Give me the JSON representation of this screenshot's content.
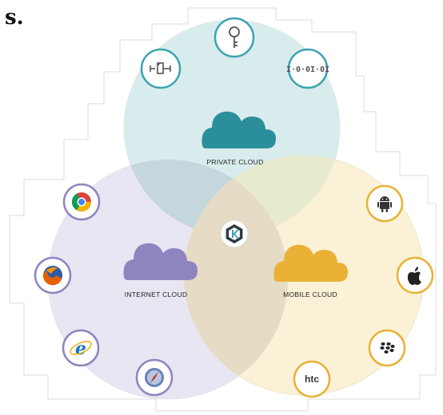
{
  "fragment_text": "s.",
  "private_label": "PRIVATE CLOUD",
  "internet_label": "INTERNET CLOUD",
  "mobile_label": "MOBILE CLOUD",
  "htc_text": "htc",
  "circles": {
    "private_fill": "#d9eced",
    "internet_fill": "#e7e6f2",
    "mobile_fill": "#faf1d6",
    "pi_overlap": "#c5d7dc",
    "pm_overlap": "#e6ebcd",
    "im_overlap": "#e6dbc5"
  },
  "colors": {
    "teal": "#2a8f9b",
    "purple": "#8e85c0",
    "gold": "#e9b237",
    "private_ring": "#3aa3b0",
    "internet_ring": "#8e85c0",
    "mobile_ring": "#e9b237"
  },
  "icons": {
    "private": [
      "switch-icon",
      "key-icon",
      "binary-icon"
    ],
    "internet": [
      "chrome-icon",
      "firefox-icon",
      "internet-explorer-icon",
      "safari-icon"
    ],
    "mobile": [
      "android-icon",
      "apple-icon",
      "blackberry-icon",
      "htc-icon"
    ],
    "center": "kinvey-logo-icon"
  }
}
